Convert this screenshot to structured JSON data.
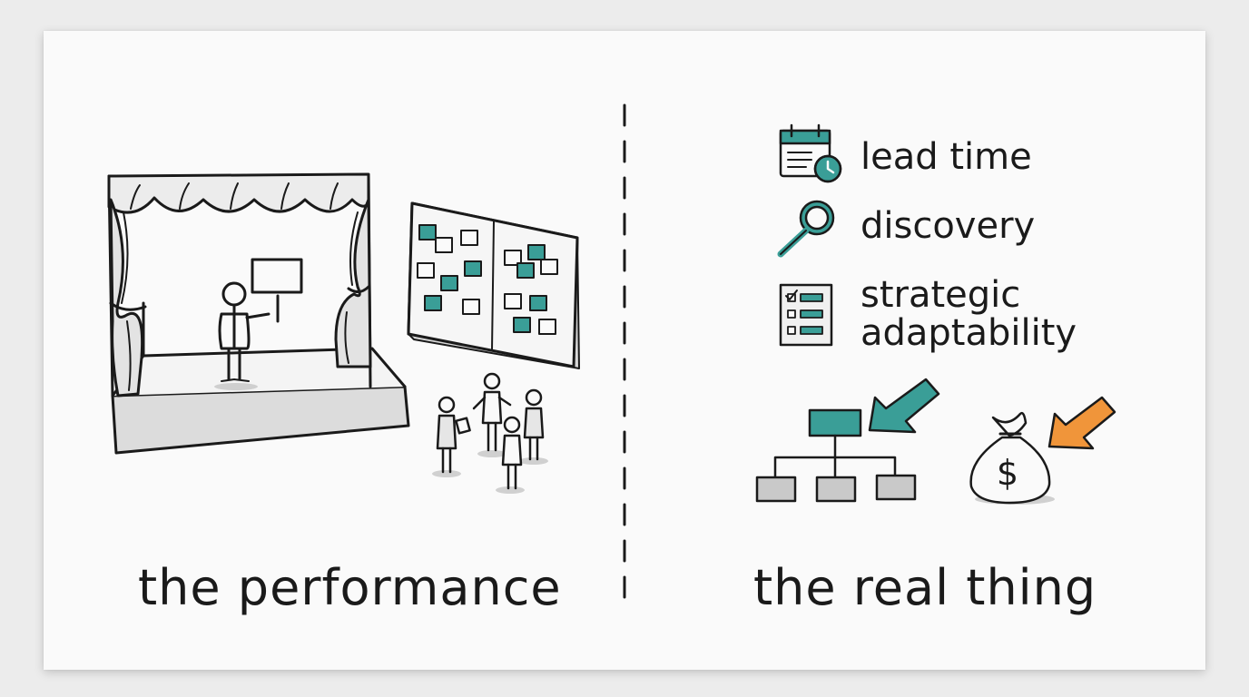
{
  "captions": {
    "left": "the performance",
    "right": "the real thing"
  },
  "metrics": [
    {
      "label": "lead time",
      "icon": "calendar-clock-icon"
    },
    {
      "label": "discovery",
      "icon": "magnifier-icon"
    },
    {
      "label_line1": "strategic",
      "label_line2": "adaptability",
      "icon": "checklist-icon"
    }
  ],
  "colors": {
    "teal": "#3a9e97",
    "orange": "#f0953a",
    "ink": "#1a1a1a",
    "gray": "#c9c9c9"
  },
  "icons": [
    "stage-icon",
    "kanban-board-icon",
    "people-group-icon",
    "org-chart-icon",
    "money-bag-icon",
    "teal-arrow-icon",
    "orange-arrow-icon"
  ]
}
